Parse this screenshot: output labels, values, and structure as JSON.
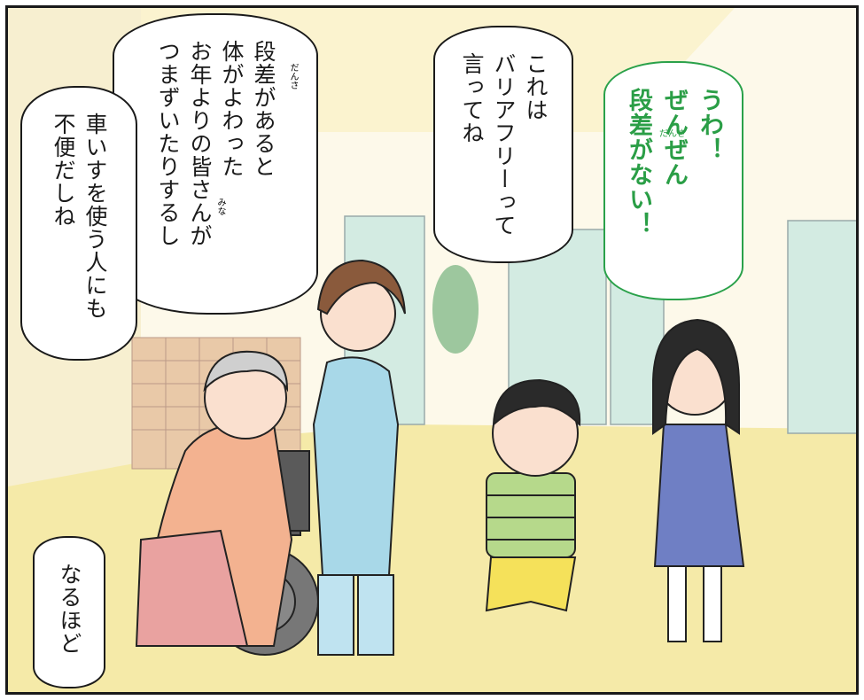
{
  "speech": {
    "girl": [
      "うわ！",
      "ぜんぜん",
      "段差がない！"
    ],
    "caregiver": [
      "これは",
      "バリアフリーって",
      "言ってね"
    ],
    "grandma_steps": [
      "段差があると",
      "体がよわった",
      "お年よりの皆さんが",
      "つまずいたりするし"
    ],
    "grandma_wheelchair": [
      "車いすを使う人にも",
      "不便だしね"
    ],
    "boy": [
      "なるほど"
    ]
  },
  "furigana": {
    "dansa": "だんさ",
    "mina": "みな"
  },
  "colors": {
    "green_text": "#2a9e46",
    "floor": "#f4e9a6",
    "wall": "#fdf8e6",
    "glass": "#cfe7dd"
  }
}
